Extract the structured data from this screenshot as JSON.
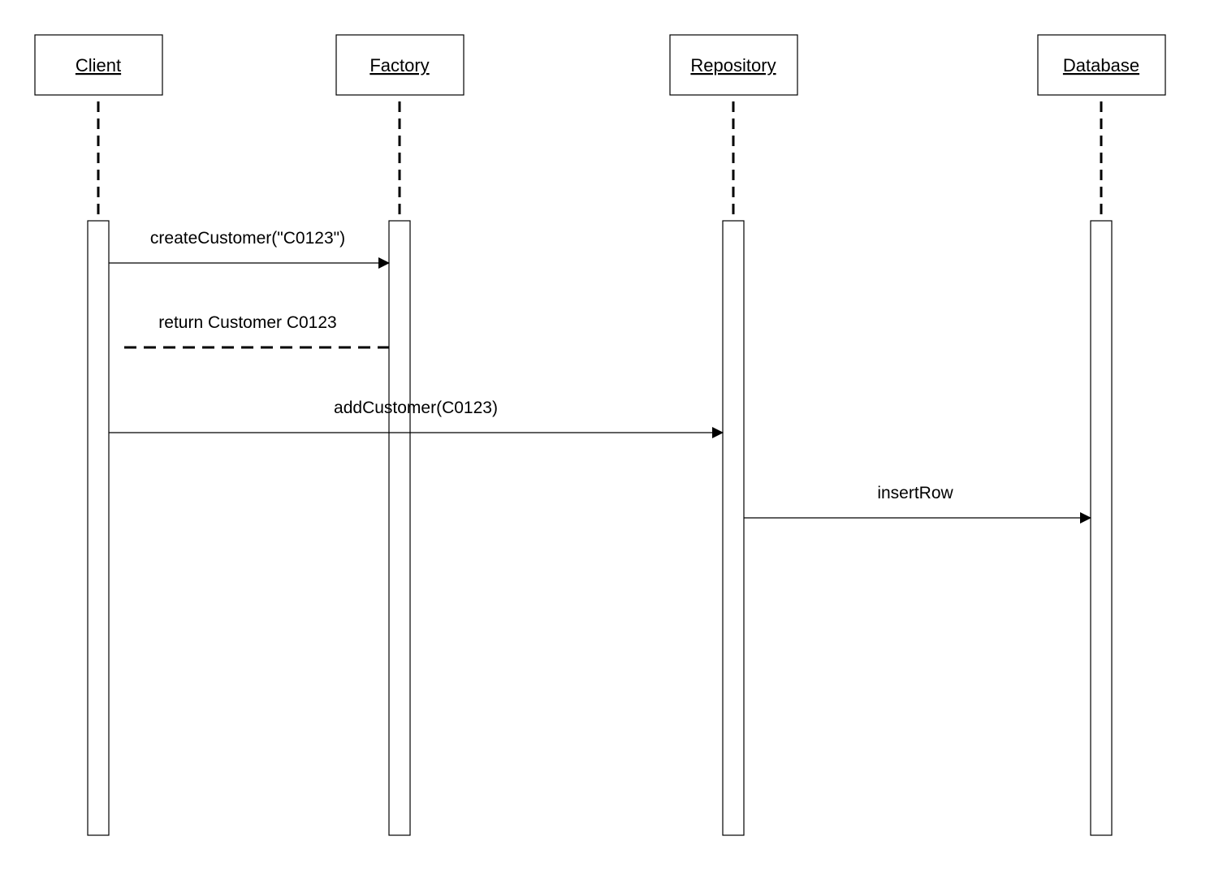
{
  "participants": [
    {
      "id": "client",
      "name": "Client"
    },
    {
      "id": "factory",
      "name": "Factory"
    },
    {
      "id": "repository",
      "name": "Repository"
    },
    {
      "id": "database",
      "name": "Database"
    }
  ],
  "messages": [
    {
      "id": "create-customer",
      "label": "createCustomer(\"C0123\")",
      "from": "Client",
      "to": "Factory",
      "kind": "call"
    },
    {
      "id": "return-customer",
      "label": "return Customer C0123",
      "from": "Factory",
      "to": "Client",
      "kind": "return"
    },
    {
      "id": "add-customer",
      "label": "addCustomer(C0123)",
      "from": "Client",
      "to": "Repository",
      "kind": "call"
    },
    {
      "id": "insert-row",
      "label": "insertRow",
      "from": "Repository",
      "to": "Database",
      "kind": "call"
    }
  ]
}
